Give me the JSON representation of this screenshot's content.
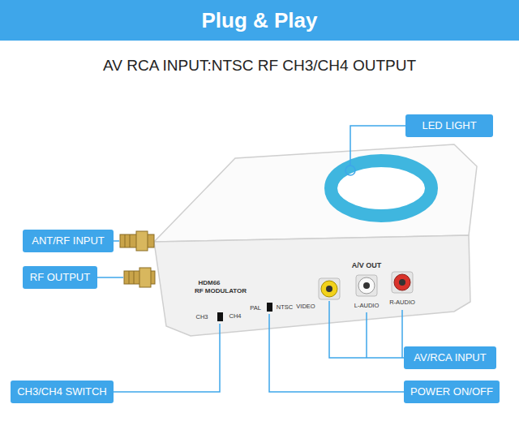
{
  "diagram": {
    "title": "Plug & Play",
    "nodes": [
      {
        "text": [
          "LED LIGHT"
        ]
      },
      {
        "text": [
          "ANT/RF INPUT"
        ]
      },
      {
        "text": [
          "RF OUTPUT"
        ]
      },
      {
        "text": [
          "AV/RCA INPUT"
        ]
      },
      {
        "text": [
          "CH3/CH4 SWITCH"
        ]
      },
      {
        "text": [
          "POWER ON/OFF"
        ]
      }
    ],
    "labels": [
      "AV RCA INPUT:NTSC RF CH3/CH4 OUTPUT",
      "A/V OUT",
      "HDM66",
      "RF MODULATOR",
      "CH3",
      "CH4",
      "PAL",
      "NTSC",
      "VIDEO",
      "L-AUDIO",
      "R-AUDIO"
    ]
  }
}
